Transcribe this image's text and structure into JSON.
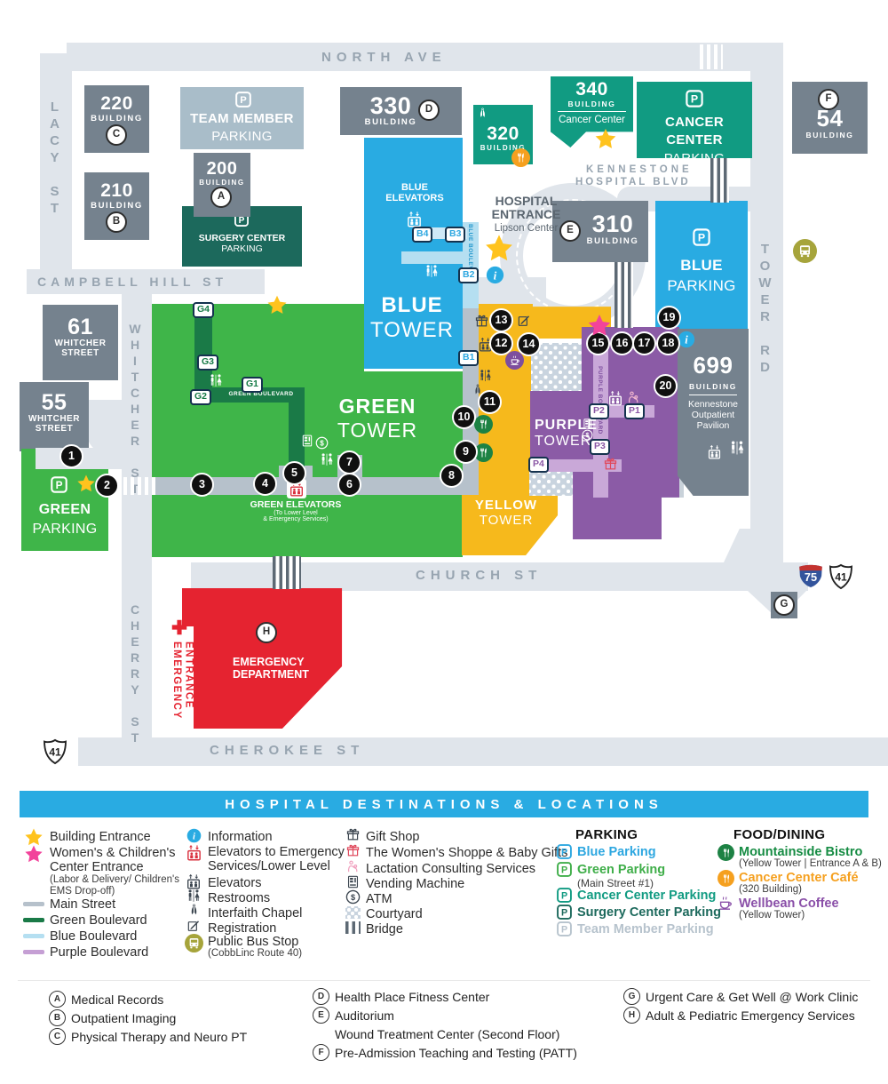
{
  "palette": {
    "blue": "#29abe2",
    "teal": "#119b82",
    "dark_teal": "#1c695c",
    "green": "#3fb549",
    "dark_green": "#1a7a47",
    "yellow": "#f6b91c",
    "purple": "#8b5ba6",
    "red": "#e52330",
    "gray_building": "#75828e",
    "road_gray": "#e0e5eb",
    "main_street_gray": "#b6c1cb",
    "gold_star": "#ffc31e",
    "pink_star": "#f2439b",
    "olive_bus": "#a6a43b",
    "cafe_orange": "#f5a01f"
  },
  "map": {
    "roads": {
      "north": "NORTH AVE",
      "lacy": "LACY ST",
      "campbell": "CAMPBELL HILL ST",
      "whitcher": "WHITCHER ST",
      "cherry": "CHERRY ST",
      "church": "CHURCH ST",
      "cherokee": "CHEROKEE ST",
      "tower": "TOWER RD",
      "kennestone1": "KENNESTONE",
      "kennestone2": "HOSPITAL BLVD"
    },
    "shields": {
      "i75": "75",
      "us41": "41"
    },
    "letters": {
      "a": "A",
      "b": "B",
      "c": "C",
      "d": "D",
      "e": "E",
      "f": "F",
      "g": "G",
      "h": "H"
    },
    "markers": [
      "1",
      "2",
      "3",
      "4",
      "5",
      "6",
      "7",
      "8",
      "9",
      "10",
      "11",
      "12",
      "13",
      "14",
      "15",
      "16",
      "17",
      "18",
      "19",
      "20"
    ],
    "stops": {
      "b1": "B1",
      "b2": "B2",
      "b3": "B3",
      "b4": "B4",
      "g1": "G1",
      "g2": "G2",
      "g3": "G3",
      "g4": "G4",
      "p1": "P1",
      "p2": "P2",
      "p3": "P3",
      "p4": "P4"
    },
    "b220": {
      "num": "220",
      "label": "BUILDING"
    },
    "b210": {
      "num": "210",
      "label": "BUILDING"
    },
    "b200": {
      "num": "200",
      "label": "BUILDING"
    },
    "b330": {
      "num": "330",
      "label": "BUILDING"
    },
    "b320": {
      "num": "320",
      "label": "BUILDING"
    },
    "b340": {
      "num": "340",
      "label": "BUILDING",
      "sub": "Cancer Center"
    },
    "b310": {
      "num": "310",
      "label": "BUILDING"
    },
    "b54": {
      "num": "54",
      "label": "BUILDING"
    },
    "b699": {
      "num": "699",
      "label": "BUILDING",
      "sub1": "Kennestone",
      "sub2": "Outpatient",
      "sub3": "Pavilion"
    },
    "b61": {
      "num": "61",
      "sub1": "WHITCHER",
      "sub2": "STREET"
    },
    "b55": {
      "num": "55",
      "sub1": "WHITCHER",
      "sub2": "STREET"
    },
    "team_parking": {
      "l1": "TEAM MEMBER",
      "l2": "PARKING"
    },
    "surgery_parking": {
      "l1": "SURGERY CENTER",
      "l2": "PARKING"
    },
    "cancer_parking": {
      "l1": "CANCER CENTER",
      "l2": "PARKING"
    },
    "blue_parking": {
      "l1": "BLUE",
      "l2": "PARKING"
    },
    "green_parking": {
      "l1": "GREEN",
      "l2": "PARKING"
    },
    "blue_tower": {
      "l1": "BLUE",
      "l2": "TOWER",
      "elev1": "BLUE",
      "elev2": "ELEVATORS",
      "blvd": "BLUE BOULEVARD"
    },
    "green_tower": {
      "l1": "GREEN",
      "l2": "TOWER",
      "blvd": "GREEN BOULEVARD",
      "elev": "GREEN ELEVATORS",
      "elev_sub1": "(To Lower Level",
      "elev_sub2": "& Emergency Services)"
    },
    "yellow_tower": {
      "l1": "YELLOW",
      "l2": "TOWER"
    },
    "purple_tower": {
      "l1": "PURPLE",
      "l2": "TOWER",
      "blvd": "PURPLE BOULEVARD"
    },
    "emergency": {
      "l1": "EMERGENCY",
      "l2": "DEPARTMENT",
      "ent1": "EMERGENCY",
      "ent2": "ENTRANCE"
    },
    "entrance": {
      "l1": "HOSPITAL",
      "l2": "ENTRANCE",
      "sub": "Lipson Center"
    }
  },
  "legend": {
    "header": "HOSPITAL DESTINATIONS & LOCATIONS",
    "entrances": {
      "building": "Building Entrance",
      "wc1": "Women's & Children's",
      "wc2": "Center Entrance",
      "wc3": "(Labor & Delivery/ Children's",
      "wc4": "EMS Drop-off)",
      "main_street": "Main Street",
      "green_blvd": "Green Boulevard",
      "blue_blvd": "Blue Boulevard",
      "purple_blvd": "Purple Boulevard"
    },
    "services": {
      "information": "Information",
      "elev_em1": "Elevators to Emergency",
      "elev_em2": "Services/Lower Level",
      "elevators": "Elevators",
      "restrooms": "Restrooms",
      "chapel": "Interfaith Chapel",
      "registration": "Registration",
      "bus1": "Public Bus Stop",
      "bus2": "(CobbLinc Route 40)"
    },
    "amenities": {
      "gift": "Gift Shop",
      "shoppe": "The Women's Shoppe & Baby Gifts",
      "lactation": "Lactation Consulting Services",
      "vending": "Vending Machine",
      "atm": "ATM",
      "courtyard": "Courtyard",
      "bridge": "Bridge"
    },
    "parking": {
      "header": "PARKING",
      "blue": "Blue Parking",
      "green": "Green Parking",
      "green_sub": "(Main Street #1)",
      "cancer": "Cancer Center Parking",
      "surgery": "Surgery Center Parking",
      "team": "Team Member Parking"
    },
    "food": {
      "header": "FOOD/DINING",
      "bistro": "Mountainside Bistro",
      "bistro_sub": "(Yellow Tower | Entrance A & B)",
      "cafe": "Cancer Center Café",
      "cafe_sub": "(320 Building)",
      "wellbean": "Wellbean Coffee",
      "wellbean_sub": "(Yellow Tower)"
    }
  },
  "footnotes": {
    "a": "Medical Records",
    "b": "Outpatient Imaging",
    "c": "Physical Therapy and Neuro PT",
    "d": "Health Place Fitness Center",
    "e": "Auditorium",
    "e2": "Wound Treatment Center (Second Floor)",
    "f": "Pre-Admission Teaching and Testing (PATT)",
    "g": "Urgent Care & Get Well @ Work Clinic",
    "h": "Adult & Pediatric Emergency Services"
  }
}
